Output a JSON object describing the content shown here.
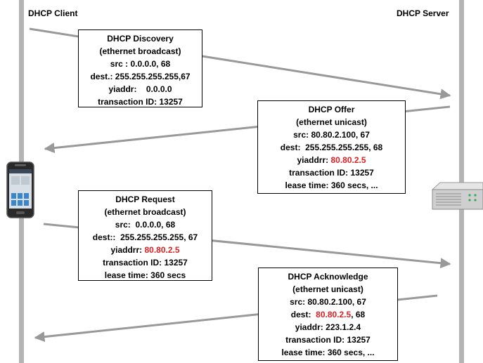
{
  "parties": {
    "client": "DHCP Client",
    "server": "DHCP Server"
  },
  "messages": [
    {
      "title": "DHCP Discovery",
      "mode": "(ethernet broadcast)",
      "src_label": "src : ",
      "src": "0.0.0.0, 68",
      "dest_label": "dest.: ",
      "dest": "255.255.255.255,67",
      "yiaddr_label": "yiaddr:",
      "yiaddr": "0.0.0.0",
      "txid": "transaction ID: 13257"
    },
    {
      "title": "DHCP Offer",
      "mode": "(ethernet unicast)",
      "src_label": "src: ",
      "src": "80.80.2.100, 67",
      "dest_label": "dest: ",
      "dest": "255.255.255.255, 68",
      "yiaddr_label": "yiaddrr: ",
      "yiaddr": "80.80.2.5",
      "txid": "transaction ID: 13257",
      "lease": "lease time: 360 secs, ..."
    },
    {
      "title": "DHCP Request",
      "mode": "(ethernet broadcast)",
      "src_label": "src: ",
      "src": "0.0.0.0, 68",
      "dest_label": "dest:: ",
      "dest": "255.255.255.255, 67",
      "yiaddr_label": "yiaddrr: ",
      "yiaddr": "80.80.2.5",
      "txid": "transaction ID: 13257",
      "lease": "lease time: 360 secs"
    },
    {
      "title": "DHCP Acknowledge",
      "mode": "(ethernet unicast)",
      "src_label": "src: ",
      "src": "80.80.2.100, 67",
      "dest_label": "dest: ",
      "dest": "80.80.2.5",
      "dest_suffix": ", 68",
      "yiaddr_label": "yiaddr: ",
      "yiaddr": "223.1.2.4",
      "txid": "transaction ID: 13257",
      "lease": "lease time: 360 secs, ..."
    }
  ],
  "colors": {
    "lifeline": "#b4b4b4",
    "arrow": "#999999",
    "highlight": "#e02020"
  },
  "icons": {
    "client": "smartphone-icon",
    "server": "router-icon"
  }
}
